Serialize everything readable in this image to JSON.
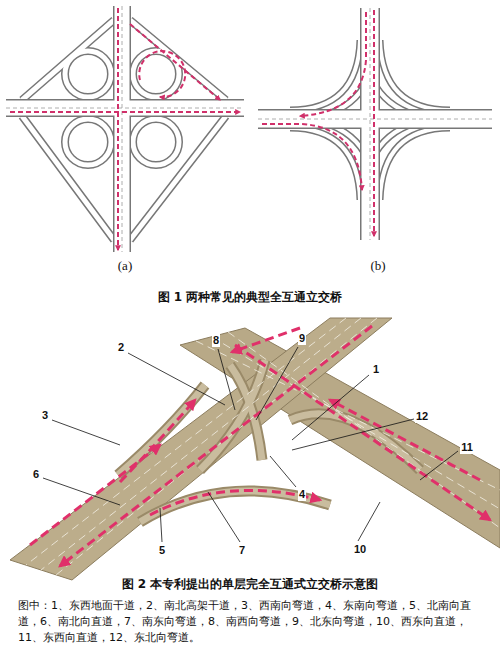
{
  "diagram": {
    "labels": [
      "(a)",
      "(b)",
      "图 1 两种常见的典型全互通立交桥",
      "1",
      "2",
      "3",
      "4",
      "5",
      "6",
      "7",
      "8",
      "9",
      "10",
      "11",
      "12",
      "图 2 本专利提出的单层完全互通式立交桥示意图",
      "图中：1、东西地面干道，2、南北高架干道，3、西南向弯道，4、东南向弯道，5、北南向直道，6、南北向直道，7、南东向弯道，8、南西向弯道，9、北东向弯道，10、西东向直道，11、东西向直道，12、东北向弯道。"
    ]
  }
}
